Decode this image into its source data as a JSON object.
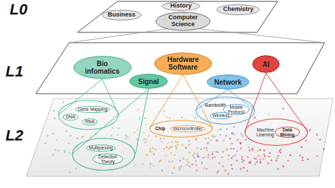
{
  "diagram": {
    "nodes": [
      {
        "text": [
          "History"
        ]
      },
      {
        "text": [
          "Chemistry"
        ]
      },
      {
        "text": [
          "Business"
        ]
      },
      {
        "text": [
          "Computer Science"
        ]
      },
      {
        "text": [
          "Bio infomatics"
        ]
      },
      {
        "text": [
          "Hardware Software"
        ]
      },
      {
        "text": [
          "AI"
        ]
      },
      {
        "text": [
          "Signal"
        ]
      },
      {
        "text": [
          "Network"
        ]
      },
      {
        "text": [
          "DNA",
          "Gene Mapping",
          "RNA"
        ]
      },
      {
        "text": [
          "Bandwidth",
          "Mobile Protocol",
          "Wireless"
        ]
      },
      {
        "text": [
          "Chip",
          "microcontroller"
        ]
      },
      {
        "text": [
          "Machine Learning",
          "Data Mining"
        ]
      },
      {
        "text": [
          "Multiplexing",
          "Detection Theory"
        ]
      }
    ],
    "edges": [
      {
        "from": 4,
        "to": 9,
        "arrow": "none"
      },
      {
        "from": 5,
        "to": 11,
        "arrow": "none"
      },
      {
        "from": 6,
        "to": 12,
        "arrow": "none"
      },
      {
        "from": 7,
        "to": 13,
        "arrow": "none"
      },
      {
        "from": 8,
        "to": 10,
        "arrow": "none"
      }
    ],
    "labels": [
      "L0",
      "L1",
      "L2"
    ]
  }
}
